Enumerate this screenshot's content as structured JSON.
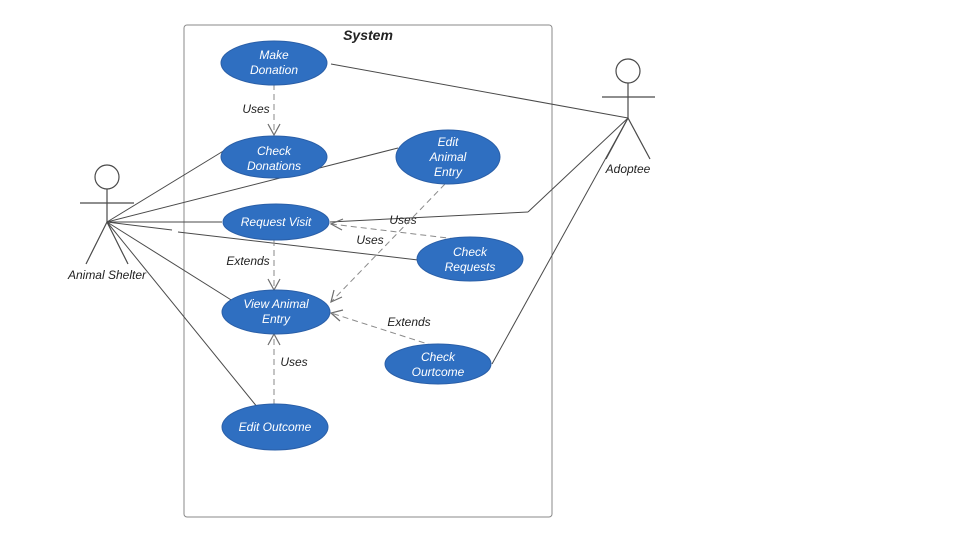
{
  "system": {
    "title": "System"
  },
  "actors": {
    "animal_shelter": "Animal Shelter",
    "adoptee": "Adoptee"
  },
  "use_cases": {
    "make_donation": [
      "Make",
      "Donation"
    ],
    "check_donations": [
      "Check",
      "Donations"
    ],
    "edit_animal_entry": [
      "Edit",
      "Animal",
      "Entry"
    ],
    "request_visit": [
      "Request Visit"
    ],
    "check_requests": [
      "Check",
      "Requests"
    ],
    "view_animal_entry": [
      "View Animal",
      "Entry"
    ],
    "check_outcome": [
      "Check",
      "Ourtcome"
    ],
    "edit_outcome": [
      "Edit Outcome"
    ]
  },
  "relationships": {
    "uses_donation": "Uses",
    "uses_request_visit": "Uses",
    "uses_edit_animal": "Uses",
    "extends_request_visit": "Extends",
    "extends_check_outcome": "Extends",
    "uses_edit_outcome": "Uses"
  },
  "colors": {
    "use_case_fill": "#2f6fc1",
    "line": "#4a4a4a",
    "dependency": "#8a8a8a"
  }
}
